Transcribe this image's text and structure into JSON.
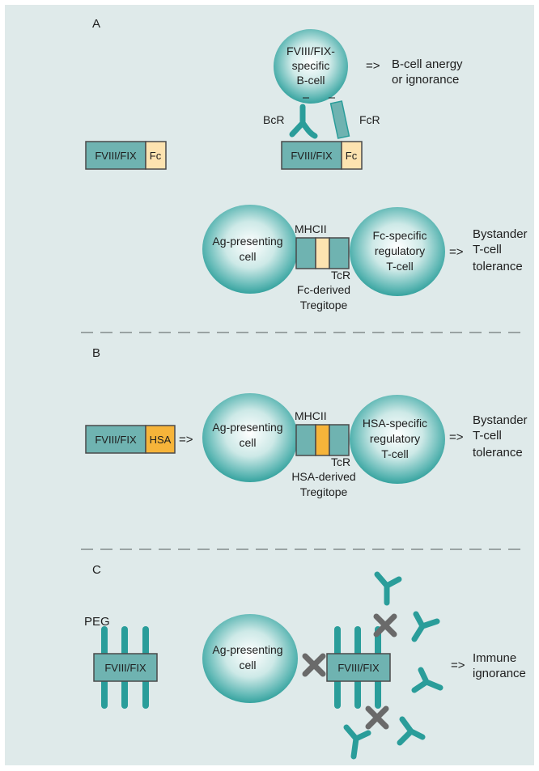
{
  "panels": {
    "a": {
      "letter": "A",
      "molecule": {
        "left": "FVIII/FIX",
        "right": "Fc"
      },
      "bound_molecule": {
        "left": "FVIII/FIX",
        "right": "Fc"
      },
      "b_cell": {
        "line1": "FVIII/FIX-",
        "line2": "specific",
        "line3": "B-cell"
      },
      "bcr_label": "BcR",
      "fcr_label": "FcR",
      "b_cell_outcome": {
        "arrow": "=>",
        "line1": "B-cell anergy",
        "line2": "or ignorance"
      },
      "apc": {
        "line1": "Ag-presenting",
        "line2": "cell"
      },
      "mhc_label": "MHCII",
      "tcr_label": "TcR",
      "tregitope": {
        "line1": "Fc-derived",
        "line2": "Tregitope"
      },
      "treg": {
        "line1": "Fc-specific",
        "line2": "regulatory",
        "line3": "T-cell"
      },
      "outcome": {
        "arrow": "=>",
        "line1": "Bystander",
        "line2": "T-cell",
        "line3": "tolerance"
      }
    },
    "b": {
      "letter": "B",
      "molecule": {
        "left": "FVIII/FIX",
        "right": "HSA"
      },
      "arrow": "=>",
      "apc": {
        "line1": "Ag-presenting",
        "line2": "cell"
      },
      "mhc_label": "MHCII",
      "tcr_label": "TcR",
      "tregitope": {
        "line1": "HSA-derived",
        "line2": "Tregitope"
      },
      "treg": {
        "line1": "HSA-specific",
        "line2": "regulatory",
        "line3": "T-cell"
      },
      "outcome": {
        "arrow": "=>",
        "line1": "Bystander",
        "line2": "T-cell",
        "line3": "tolerance"
      }
    },
    "c": {
      "letter": "C",
      "peg_label": "PEG",
      "molecule": "FVIII/FIX",
      "bound_molecule": "FVIII/FIX",
      "apc": {
        "line1": "Ag-presenting",
        "line2": "cell"
      },
      "outcome": {
        "arrow": "=>",
        "line1": "Immune",
        "line2": "ignorance"
      }
    }
  },
  "colors": {
    "background": "#dfeaea",
    "teal": "#2a9d9a",
    "box_fill": "#6fb3b1",
    "fc_fill": "#fde3b0",
    "hsa_fill": "#f6b43a",
    "x_mark": "#6a6a6a",
    "divider": "#9aa3a3"
  }
}
